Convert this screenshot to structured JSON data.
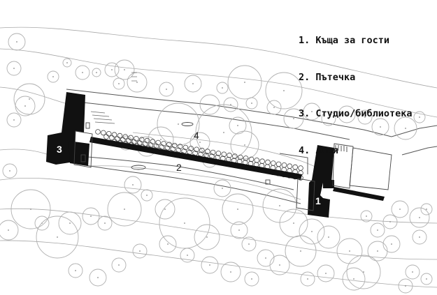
{
  "legend": [
    "1. Къща за гости",
    "2. Пътечка",
    "3. Студио/библиотека",
    "4. Алея"
  ],
  "labels": {
    "guest_house": "1",
    "path": "2",
    "studio_library": "3",
    "alley": "4"
  },
  "colors": {
    "ink": "#111111",
    "contour": "#9a9a9a",
    "tree": "#b5b5b5"
  }
}
